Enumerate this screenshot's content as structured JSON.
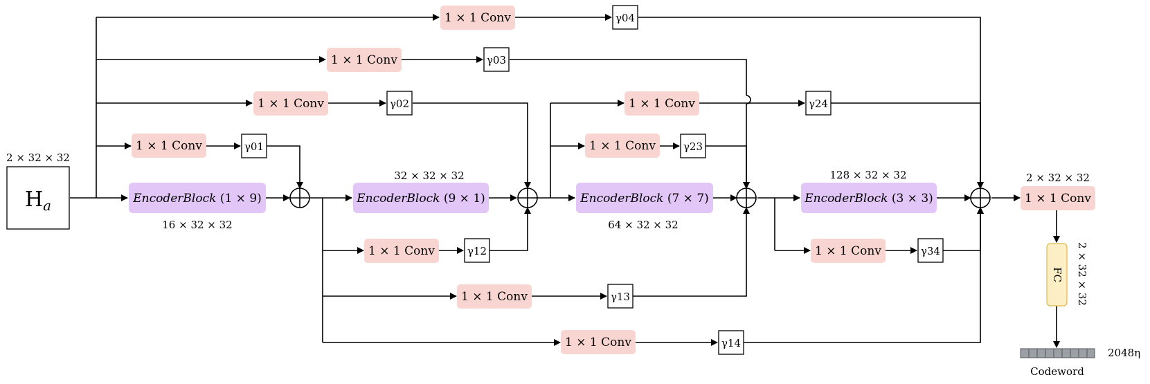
{
  "input": {
    "symbol": "H",
    "subscript": "a",
    "dims": "2 × 32 × 32"
  },
  "conv_label": "1 × 1 Conv",
  "encoder_blocks": [
    {
      "name": "EncoderBlock",
      "kernel": "(1 × 9)",
      "dims": "16 × 32 × 32"
    },
    {
      "name": "EncoderBlock",
      "kernel": "(9 × 1)",
      "dims": "32 × 32 × 32"
    },
    {
      "name": "EncoderBlock",
      "kernel": "(7 × 7)",
      "dims": "64 × 32 × 32"
    },
    {
      "name": "EncoderBlock",
      "kernel": "(3 × 3)",
      "dims": "128 × 32 × 32"
    }
  ],
  "gammas": {
    "g01": "γ01",
    "g02": "γ02",
    "g03": "γ03",
    "g04": "γ04",
    "g12": "γ12",
    "g13": "γ13",
    "g14": "γ14",
    "g23": "γ23",
    "g24": "γ24",
    "g34": "γ34"
  },
  "output": {
    "conv_dims": "2 × 32 × 32",
    "fc_label": "FC",
    "fc_dims": "2 × 32 × 32",
    "codeword_label": "Codeword",
    "codeword_size": "2048η"
  },
  "colors": {
    "conv_fill": "#f8d5d0",
    "encoder_fill": "#e2c6f7",
    "fc_fill": "#fcefc5",
    "fc_stroke": "#e0b84a",
    "codeword_fill": "#9aa0a6",
    "line": "#000000"
  }
}
